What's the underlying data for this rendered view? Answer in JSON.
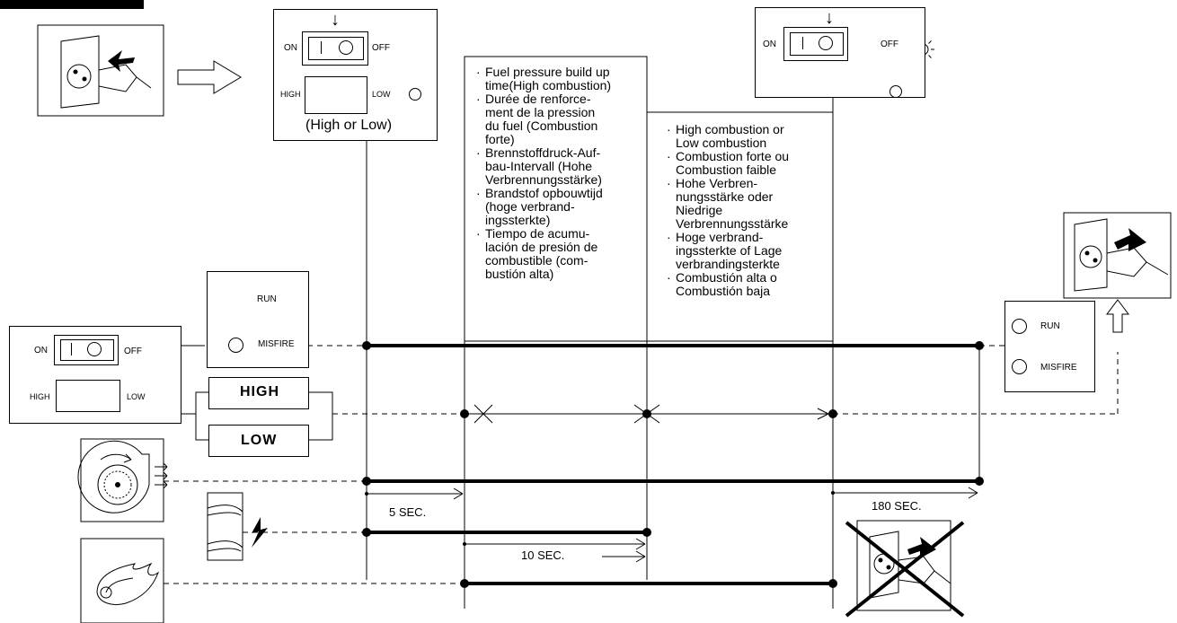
{
  "switches": {
    "on": "ON",
    "off": "OFF",
    "high_top": "HIGH",
    "high_side": "HIGH",
    "low": "LOW",
    "caption": "(High or Low)"
  },
  "indicators": {
    "run": "RUN",
    "misfire": "MISFIRE"
  },
  "combustion_bars": {
    "high": "HIGH",
    "low": "LOW"
  },
  "notes_left": [
    "Fuel pressure build up\ntime(High combustion)",
    "Durée de renforce-\nment de la pression\ndu fuel (Combustion\nforte)",
    "Brennstoffdruck-Auf-\nbau-Intervall (Hohe\nVerbrennungsstärke)",
    "Brandstof opbouwtijd\n(hoge verbrand-\ningssterkte)",
    "Tiempo de acumu-\nlación de presión de\ncombustible (com-\nbustión alta)"
  ],
  "notes_right": [
    "High combustion or\nLow combustion",
    "Combustion forte ou\nCombustion faible",
    "Hohe Verbren-\nnungsstärke oder\nNiedrige\nVerbrennungsstärke",
    "Hoge verbrand-\ningssterkte of Lage\nverbrandingsterkte",
    "Combustión alta o\nCombustión baja"
  ],
  "timings": {
    "t5": "5 SEC.",
    "t10": "10 SEC.",
    "t180": "180 SEC."
  },
  "icons": {
    "plug_in": "plug-insert-icon",
    "plug_out": "plug-remove-icon",
    "no_unplug": "no-unplug-icon",
    "fan": "fan-icon",
    "ignition": "spark-electrode-icon",
    "flame": "flame-icon",
    "lamp_lit": "lamp-lit-icon"
  }
}
